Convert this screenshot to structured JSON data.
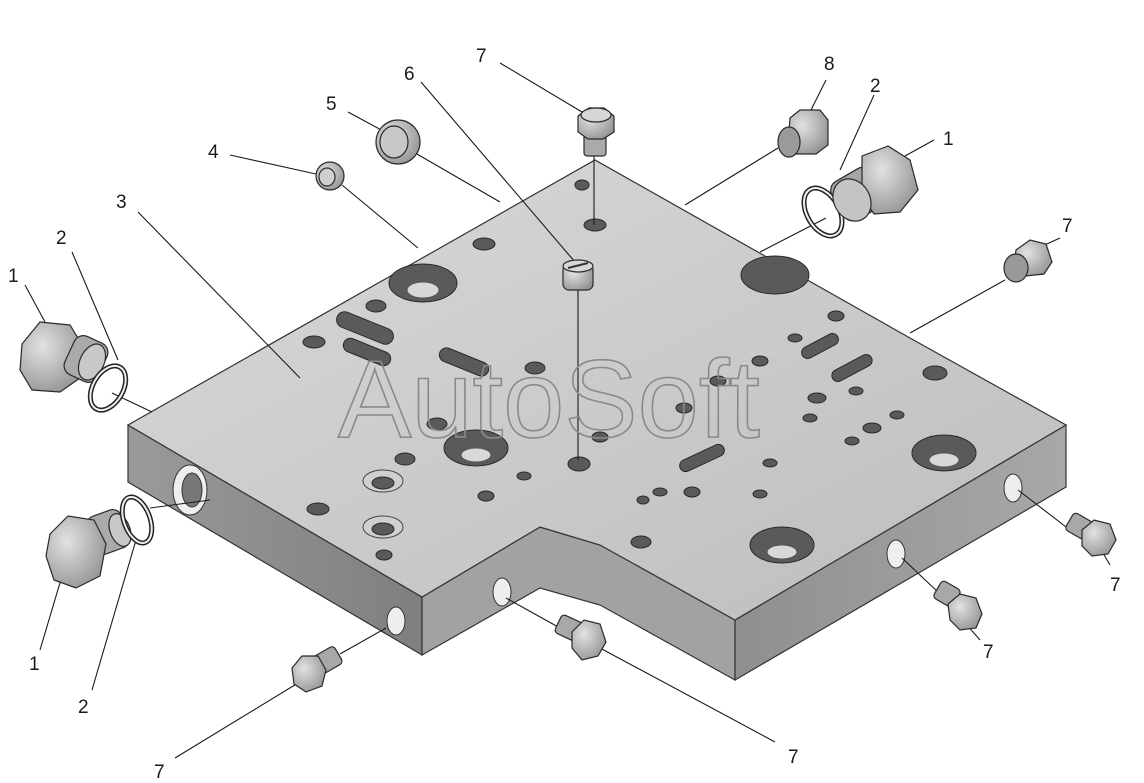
{
  "watermark": "AutoSoft",
  "callouts": [
    {
      "id": "c1",
      "text": "7"
    },
    {
      "id": "c2",
      "text": "8"
    },
    {
      "id": "c3",
      "text": "2"
    },
    {
      "id": "c4",
      "text": "1"
    },
    {
      "id": "c5",
      "text": "6"
    },
    {
      "id": "c6",
      "text": "5"
    },
    {
      "id": "c7",
      "text": "4"
    },
    {
      "id": "c8",
      "text": "3"
    },
    {
      "id": "c9",
      "text": "2"
    },
    {
      "id": "c10",
      "text": "1"
    },
    {
      "id": "c11",
      "text": "7"
    },
    {
      "id": "c12",
      "text": "7"
    },
    {
      "id": "c13",
      "text": "7"
    },
    {
      "id": "c14",
      "text": "7"
    },
    {
      "id": "c15",
      "text": "7"
    },
    {
      "id": "c16",
      "text": "2"
    },
    {
      "id": "c17",
      "text": "1"
    }
  ],
  "colors": {
    "plate_top": "#c9c9c9",
    "plate_side": "#9c9c9c",
    "plate_front": "#8a8a8a",
    "part": "#b4b4b4"
  }
}
